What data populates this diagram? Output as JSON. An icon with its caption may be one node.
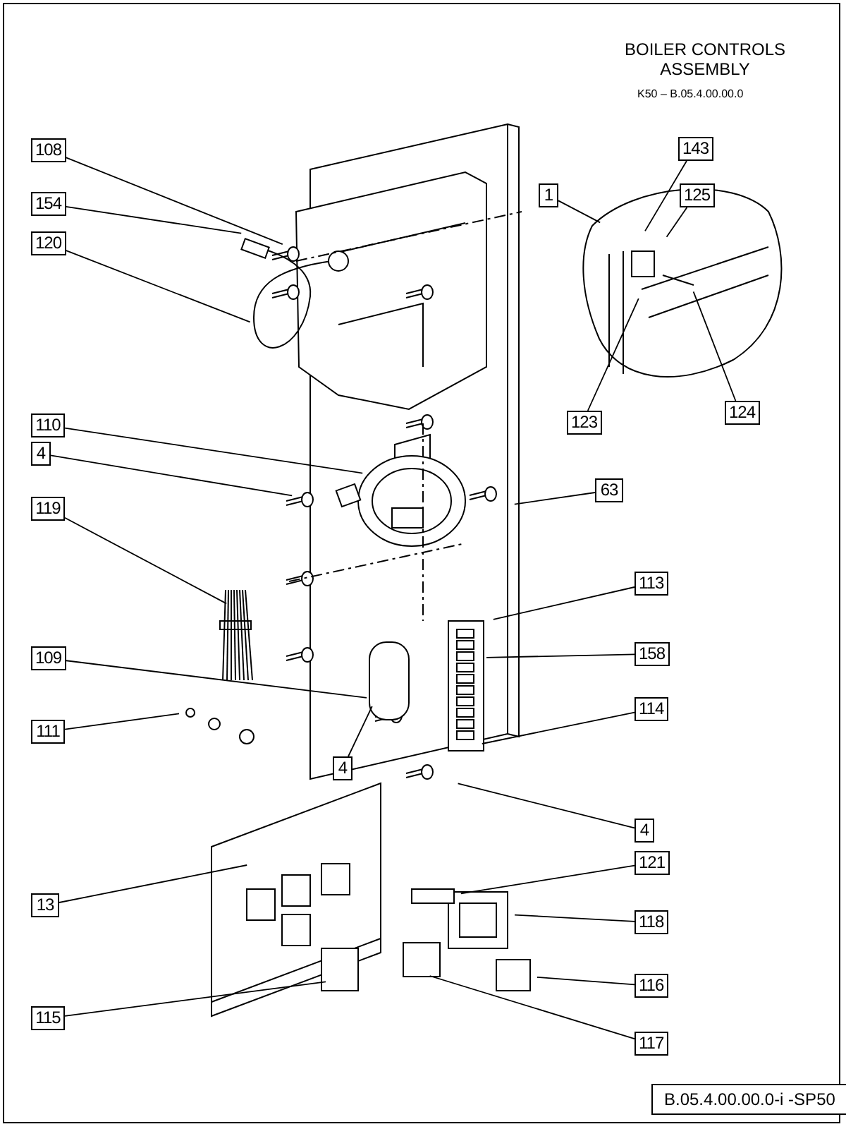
{
  "diagram": {
    "title": "BOILER CONTROLS ASSEMBLY",
    "nodes": [
      {
        "text": [
          "143"
        ]
      },
      {
        "text": [
          "108"
        ]
      },
      {
        "text": [
          "1"
        ]
      },
      {
        "text": [
          "125"
        ]
      },
      {
        "text": [
          "154"
        ]
      },
      {
        "text": [
          "120"
        ]
      },
      {
        "text": [
          "124"
        ]
      },
      {
        "text": [
          "123"
        ]
      },
      {
        "text": [
          "110"
        ]
      },
      {
        "text": [
          "4"
        ]
      },
      {
        "text": [
          "63"
        ]
      },
      {
        "text": [
          "119"
        ]
      },
      {
        "text": [
          "113"
        ]
      },
      {
        "text": [
          "158"
        ]
      },
      {
        "text": [
          "109"
        ]
      },
      {
        "text": [
          "114"
        ]
      },
      {
        "text": [
          "111"
        ]
      },
      {
        "text": [
          "4"
        ]
      },
      {
        "text": [
          "4"
        ]
      },
      {
        "text": [
          "121"
        ]
      },
      {
        "text": [
          "13"
        ]
      },
      {
        "text": [
          "118"
        ]
      },
      {
        "text": [
          "116"
        ]
      },
      {
        "text": [
          "115"
        ]
      },
      {
        "text": [
          "117"
        ]
      }
    ],
    "edges": [
      {
        "from": 0,
        "to": null,
        "arrow": "none"
      },
      {
        "from": 1,
        "to": null,
        "arrow": "none"
      },
      {
        "from": 2,
        "to": null,
        "arrow": "none"
      },
      {
        "from": 3,
        "to": null,
        "arrow": "none"
      },
      {
        "from": 4,
        "to": null,
        "arrow": "none"
      },
      {
        "from": 5,
        "to": null,
        "arrow": "none"
      },
      {
        "from": 6,
        "to": null,
        "arrow": "none"
      },
      {
        "from": 7,
        "to": null,
        "arrow": "none"
      },
      {
        "from": 8,
        "to": null,
        "arrow": "none"
      },
      {
        "from": 9,
        "to": null,
        "arrow": "none"
      },
      {
        "from": 10,
        "to": null,
        "arrow": "none"
      },
      {
        "from": 11,
        "to": null,
        "arrow": "none"
      },
      {
        "from": 12,
        "to": null,
        "arrow": "none"
      },
      {
        "from": 13,
        "to": null,
        "arrow": "none"
      },
      {
        "from": 14,
        "to": null,
        "arrow": "none"
      },
      {
        "from": 15,
        "to": null,
        "arrow": "none"
      },
      {
        "from": 16,
        "to": null,
        "arrow": "none"
      },
      {
        "from": 17,
        "to": null,
        "arrow": "none"
      },
      {
        "from": 18,
        "to": null,
        "arrow": "none"
      },
      {
        "from": 19,
        "to": null,
        "arrow": "none"
      },
      {
        "from": 20,
        "to": null,
        "arrow": "none"
      },
      {
        "from": 21,
        "to": null,
        "arrow": "none"
      },
      {
        "from": 22,
        "to": null,
        "arrow": "none"
      },
      {
        "from": 23,
        "to": null,
        "arrow": "none"
      },
      {
        "from": 24,
        "to": null,
        "arrow": "none"
      }
    ],
    "labels": [
      "K50 – B.05.4.00.00.0",
      "B.05.4.00.00.0-i -SP50"
    ]
  }
}
